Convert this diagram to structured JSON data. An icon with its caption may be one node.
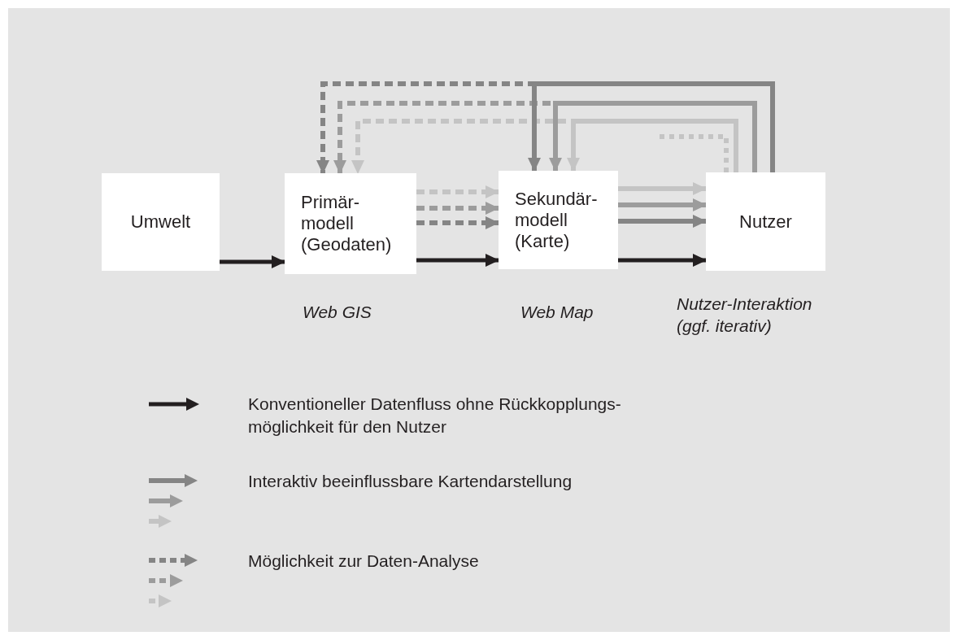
{
  "diagram": {
    "nodes": [
      {
        "text": [
          "Umwelt"
        ]
      },
      {
        "text": [
          "Primär- modell (Geodaten)"
        ],
        "beside": [
          "Web GIS"
        ]
      },
      {
        "text": [
          "Sekundär- modell (Karte)"
        ],
        "beside": [
          "Web Map"
        ]
      },
      {
        "text": [
          "Nutzer"
        ],
        "beside": [
          "Nutzer-Interaktion (ggf. iterativ)"
        ]
      }
    ],
    "edges": [
      {
        "from": 0,
        "to": 1,
        "arrow": "to",
        "color": "#231f20"
      },
      {
        "from": 1,
        "to": 2,
        "arrow": "to",
        "color": "#231f20"
      },
      {
        "from": 2,
        "to": 3,
        "arrow": "to",
        "color": "#231f20"
      },
      {
        "from": 1,
        "to": 2,
        "arrow": "to",
        "style": "dashed",
        "color": "#c4c4c4"
      },
      {
        "from": 1,
        "to": 2,
        "arrow": "to",
        "style": "dashed",
        "color": "#9c9c9c"
      },
      {
        "from": 1,
        "to": 2,
        "arrow": "to",
        "style": "dashed",
        "color": "#858585"
      },
      {
        "from": 2,
        "to": 3,
        "arrow": "to",
        "color": "#c4c4c4"
      },
      {
        "from": 2,
        "to": 3,
        "arrow": "to",
        "color": "#9c9c9c"
      },
      {
        "from": 2,
        "to": 3,
        "arrow": "to",
        "color": "#858585"
      },
      {
        "from": 3,
        "to": 2,
        "arrow": "to",
        "color": "#858585"
      },
      {
        "from": 3,
        "to": 1,
        "arrow": "to",
        "style": "dashed",
        "color": "#858585"
      },
      {
        "from": 3,
        "to": 2,
        "arrow": "to",
        "color": "#9c9c9c"
      },
      {
        "from": 3,
        "to": 1,
        "arrow": "to",
        "style": "dashed",
        "color": "#9c9c9c"
      },
      {
        "from": 3,
        "to": 2,
        "arrow": "to",
        "color": "#c4c4c4"
      },
      {
        "from": 3,
        "to": 1,
        "arrow": "to",
        "style": "dashed",
        "color": "#c4c4c4"
      },
      {
        "from": 3,
        "to": null,
        "arrow": "none",
        "style": "dashed",
        "color": "#c4c4c4"
      }
    ],
    "legend": [
      {
        "text": "Konventioneller Datenfluss ohne Rückkopplungs- möglichkeit für den Nutzer"
      },
      {
        "text": "Interaktiv beeinflussbare Kartendarstellung"
      },
      {
        "text": "Möglichkeit zur Daten-Analyse"
      }
    ]
  }
}
